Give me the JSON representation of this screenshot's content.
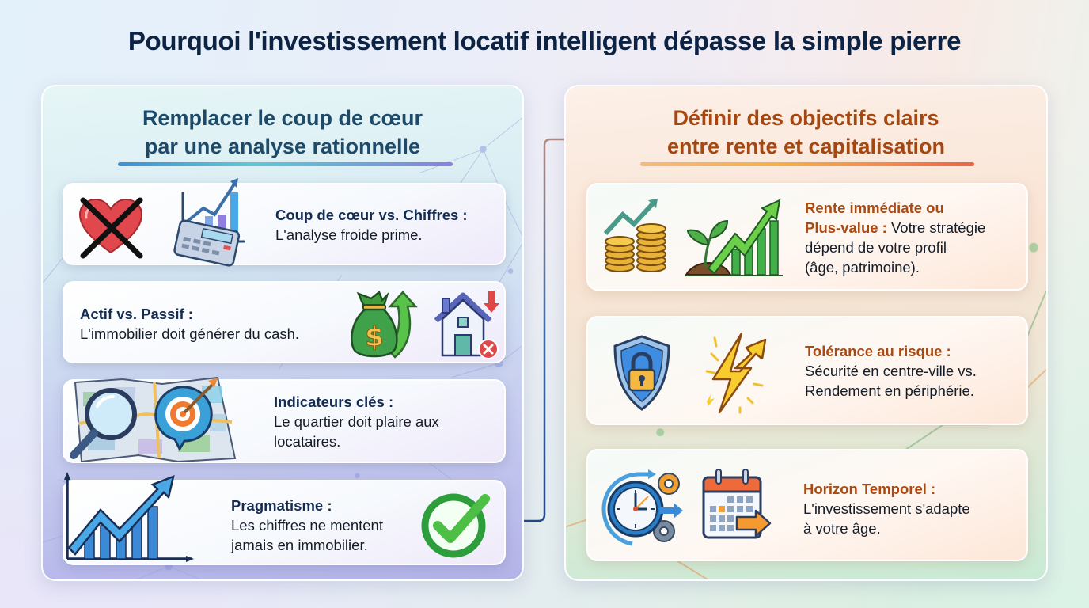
{
  "title": "Pourquoi l'investissement locatif intelligent dépasse la simple pierre",
  "left_panel": {
    "title_line1": "Remplacer le coup de cœur",
    "title_line2": "par une analyse rationnelle",
    "cards": [
      {
        "label": "Coup de cœur vs. Chiffres :",
        "text": "L'analyse froide prime.",
        "icons": [
          "crossed-heart-icon",
          "calculator-chart-icon"
        ]
      },
      {
        "label": "Actif vs. Passif :",
        "text": "L'immobilier doit générer du cash.",
        "icons": [
          "money-bag-up-icon",
          "house-down-icon"
        ]
      },
      {
        "label": "Indicateurs clés :",
        "text_line1": "Le quartier doit plaire aux",
        "text_line2": "locataires.",
        "icons": [
          "magnifier-map-icon",
          "target-pin-icon"
        ]
      },
      {
        "label": "Pragmatisme :",
        "text_line1": "Les chiffres ne mentent",
        "text_line2": "jamais en immobilier.",
        "icons": [
          "growth-chart-icon",
          "check-circle-icon"
        ]
      }
    ]
  },
  "right_panel": {
    "title_line1": "Définir des objectifs clairs",
    "title_line2": "entre rente et capitalisation",
    "cards": [
      {
        "label_line1": "Rente immédiate ou",
        "label_line2": "Plus-value :",
        "text_inline": "Votre stratégie",
        "text_line3": "dépend de votre profil",
        "text_line4": "(âge, patrimoine).",
        "icons": [
          "coins-arrow-icon",
          "plant-growth-icon"
        ]
      },
      {
        "label": "Tolérance au risque :",
        "text_line1": "Sécurité en centre-ville vs.",
        "text_line2": "Rendement en périphérie.",
        "icons": [
          "shield-lock-icon",
          "lightning-arrow-icon"
        ]
      },
      {
        "label": "Horizon Temporel :",
        "text_line1": "L'investissement s'adapte",
        "text_line2": "à votre âge.",
        "icons": [
          "clock-gears-icon",
          "calendar-arrow-icon"
        ]
      }
    ]
  },
  "colors": {
    "title": "#0d2344",
    "left_heading": "#1e4a6a",
    "right_heading": "#a54710",
    "left_label": "#142c52",
    "right_label": "#a94a12",
    "connector_blue": "#2f5f9e",
    "connector_orange": "#f0a050"
  }
}
